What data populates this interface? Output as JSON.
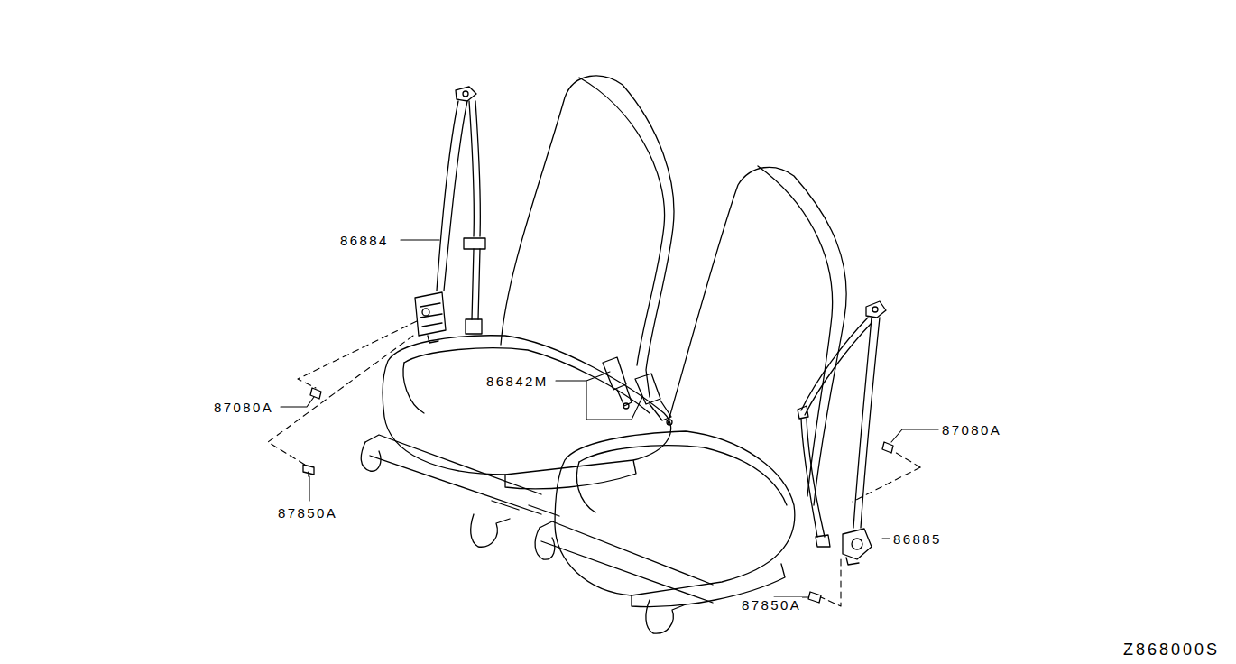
{
  "diagram": {
    "labels": [
      "86884",
      "86842M",
      "87080A",
      "87080A",
      "87850A",
      "86885",
      "87850A",
      "Z868000S"
    ]
  }
}
